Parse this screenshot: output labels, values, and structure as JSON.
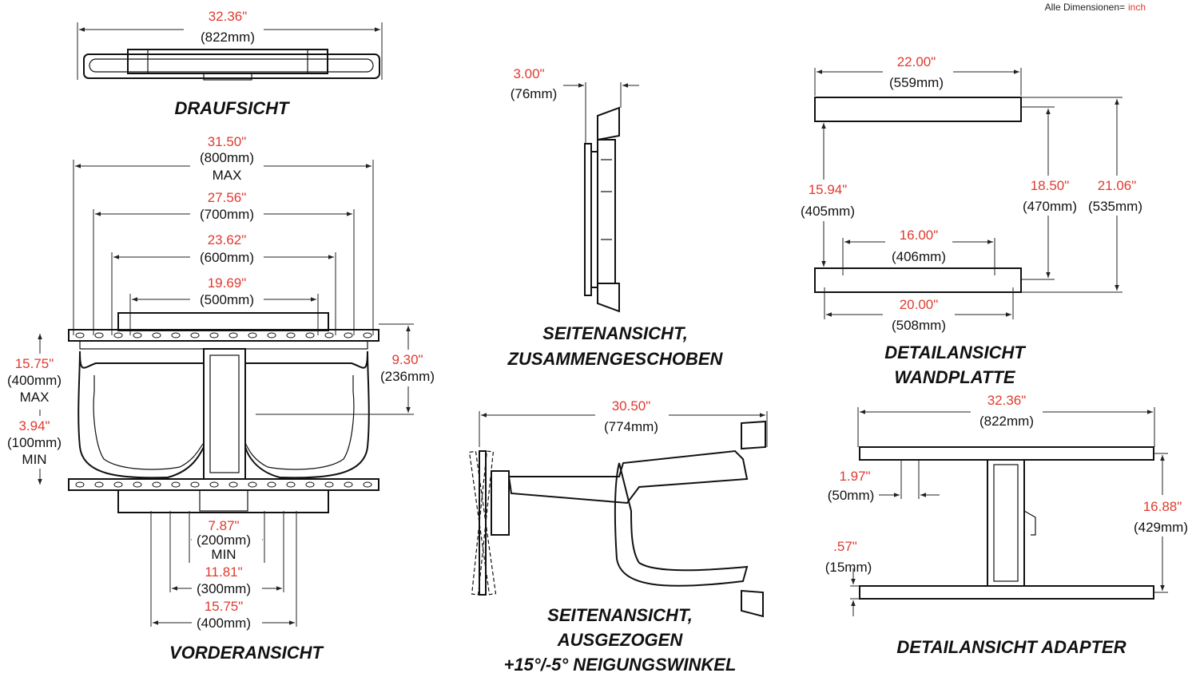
{
  "units_note": {
    "label": "Alle Dimensionen=",
    "unit": "inch"
  },
  "titles": {
    "top_view": "DRAUFSICHT",
    "front_view": "VORDERANSICHT",
    "side_collapsed_1": "SEITENANSICHT,",
    "side_collapsed_2": "ZUSAMMENGESCHOBEN",
    "side_extended_1": "SEITENANSICHT,",
    "side_extended_2": "AUSGEZOGEN",
    "side_extended_3": "+15°/-5° NEIGUNGSWINKEL",
    "wallplate_1": "DETAILANSICHT",
    "wallplate_2": "WANDPLATTE",
    "adapter": "DETAILANSICHT ADAPTER"
  },
  "dims": {
    "top_width": {
      "in": "32.36\"",
      "mm": "(822mm)"
    },
    "front_w800": {
      "in": "31.50\"",
      "mm": "(800mm)",
      "tag": "MAX"
    },
    "front_w700": {
      "in": "27.56\"",
      "mm": "(700mm)"
    },
    "front_w600": {
      "in": "23.62\"",
      "mm": "(600mm)"
    },
    "front_w500": {
      "in": "19.69\"",
      "mm": "(500mm)"
    },
    "front_h400": {
      "in": "15.75\"",
      "mm": "(400mm)",
      "tag": "MAX"
    },
    "front_h100": {
      "in": "3.94\"",
      "mm": "(100mm)",
      "tag": "MIN"
    },
    "front_depth": {
      "in": "9.30\"",
      "mm": "(236mm)"
    },
    "front_b200": {
      "in": "7.87\"",
      "mm": "(200mm)",
      "tag": "MIN"
    },
    "front_b300": {
      "in": "11.81\"",
      "mm": "(300mm)"
    },
    "front_b400": {
      "in": "15.75\"",
      "mm": "(400mm)"
    },
    "side_depth": {
      "in": "3.00\"",
      "mm": "(76mm)"
    },
    "ext_depth": {
      "in": "30.50\"",
      "mm": "(774mm)"
    },
    "wp_w559": {
      "in": "22.00\"",
      "mm": "(559mm)"
    },
    "wp_h405": {
      "in": "15.94\"",
      "mm": "(405mm)"
    },
    "wp_h470": {
      "in": "18.50\"",
      "mm": "(470mm)"
    },
    "wp_h535": {
      "in": "21.06\"",
      "mm": "(535mm)"
    },
    "wp_w406": {
      "in": "16.00\"",
      "mm": "(406mm)"
    },
    "wp_w508": {
      "in": "20.00\"",
      "mm": "(508mm)"
    },
    "ad_w822": {
      "in": "32.36\"",
      "mm": "(822mm)"
    },
    "ad_w50": {
      "in": "1.97\"",
      "mm": "(50mm)"
    },
    "ad_h429": {
      "in": "16.88\"",
      "mm": "(429mm)"
    },
    "ad_h15": {
      "in": ".57\"",
      "mm": "(15mm)"
    }
  }
}
